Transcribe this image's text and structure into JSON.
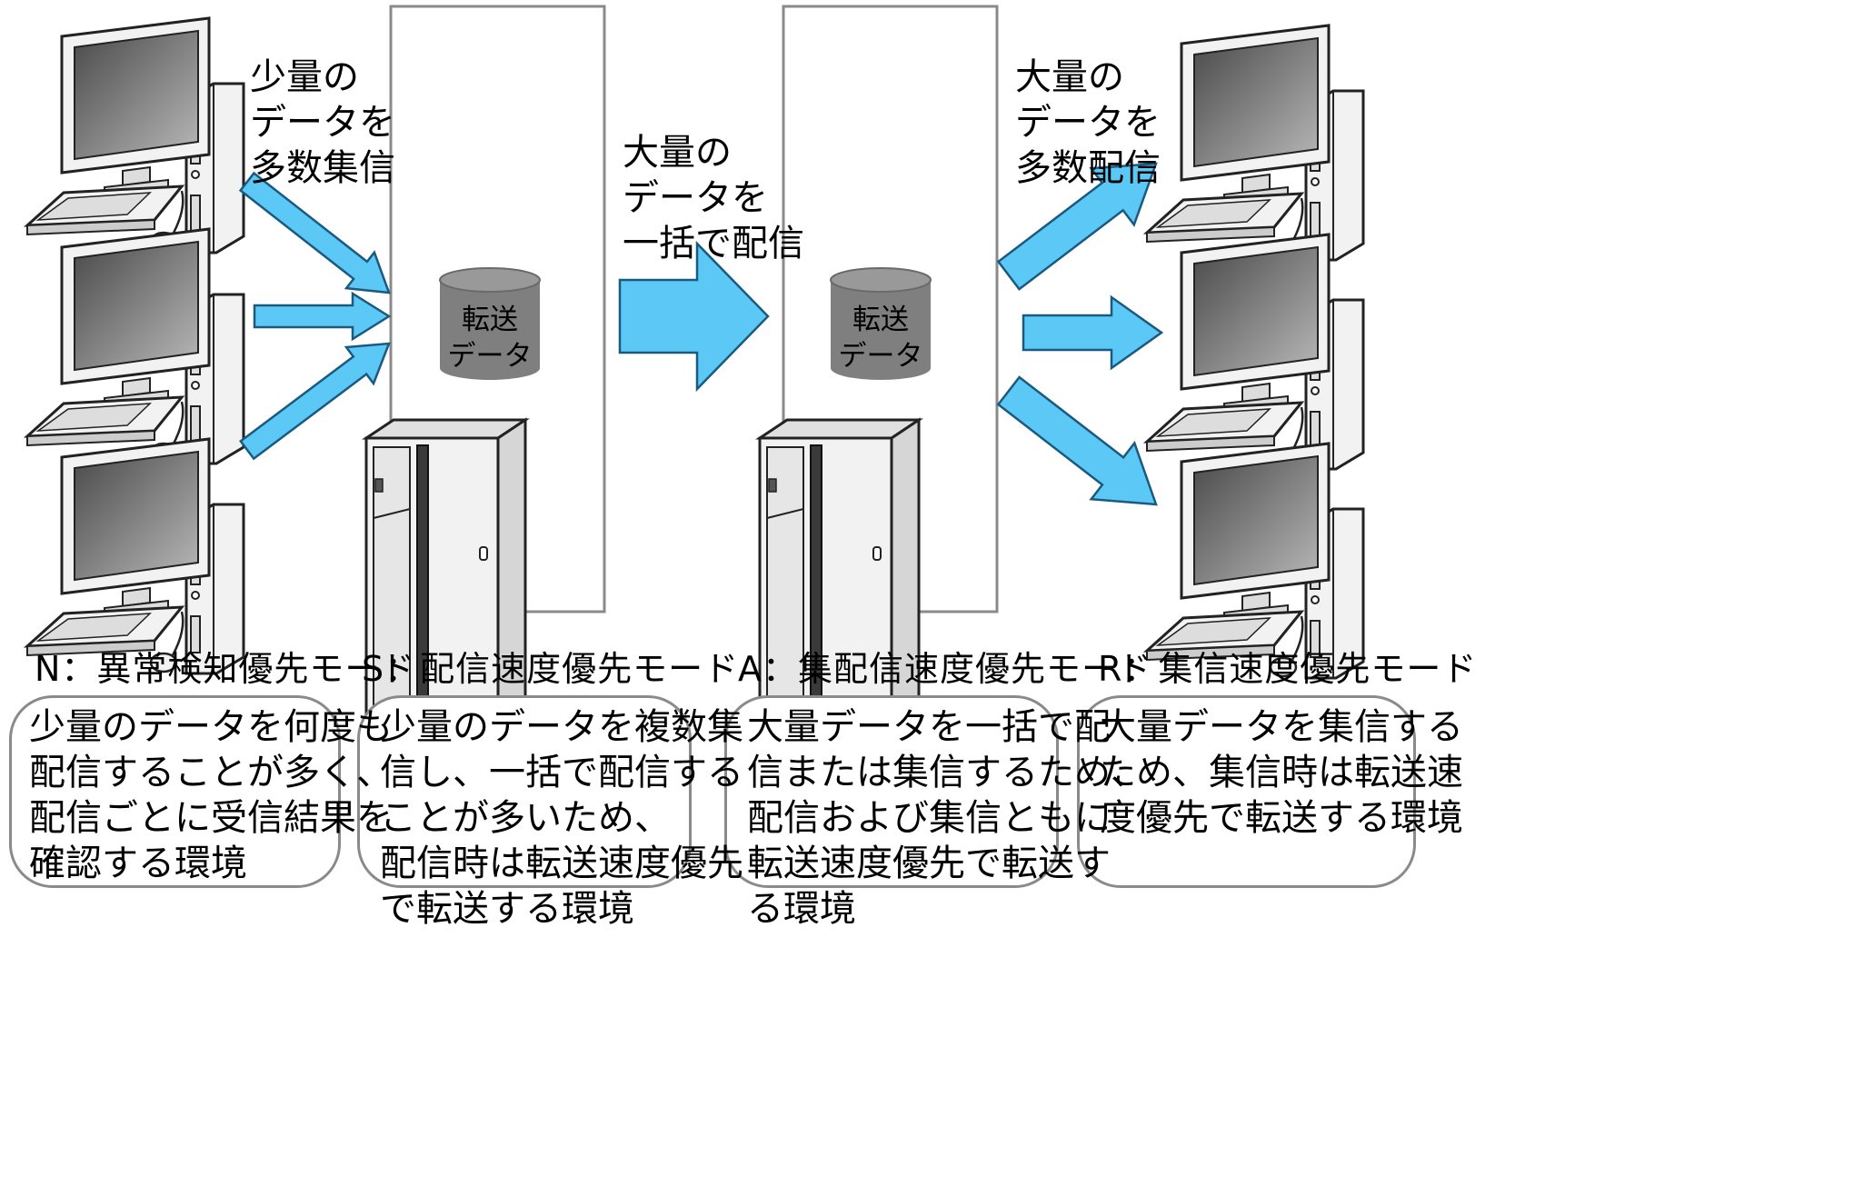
{
  "diagram": {
    "arrow_labels": {
      "collect_many": "少量の\nデータを\n多数集信",
      "bulk_send": "大量の\nデータを\n一括で配信",
      "distribute_many": "大量の\nデータを\n多数配信"
    },
    "servers": [
      {
        "cylinder_label": "転送\nデータ"
      },
      {
        "cylinder_label": "転送\nデータ"
      }
    ],
    "colors": {
      "arrow_fill": "#5bc8f5",
      "arrow_stroke": "#1a5a80",
      "cylinder": "#7f7f7f",
      "box_border": "#8a8a8a"
    },
    "icons": [
      "desktop-computer-icon",
      "tower-server-icon",
      "database-cylinder-icon"
    ]
  },
  "modes": [
    {
      "title": "N：異常検知優先モード",
      "description": "少量のデータを何度も\n配信することが多く、\n配信ごとに受信結果を\n確認する環境"
    },
    {
      "title": "S：配信速度優先モード",
      "description": "少量のデータを複数集\n信し、一括で配信する\nことが多いため、\n配信時は転送速度優先\nで転送する環境"
    },
    {
      "title": "A：集配信速度優先モード",
      "description": "大量データを一括で配\n信または集信するため、\n配信および集信ともに\n転送速度優先で転送す\nる環境"
    },
    {
      "title": "R：集信速度優先モード",
      "description": "大量データを集信する\nため、集信時は転送速\n度優先で転送する環境"
    }
  ]
}
